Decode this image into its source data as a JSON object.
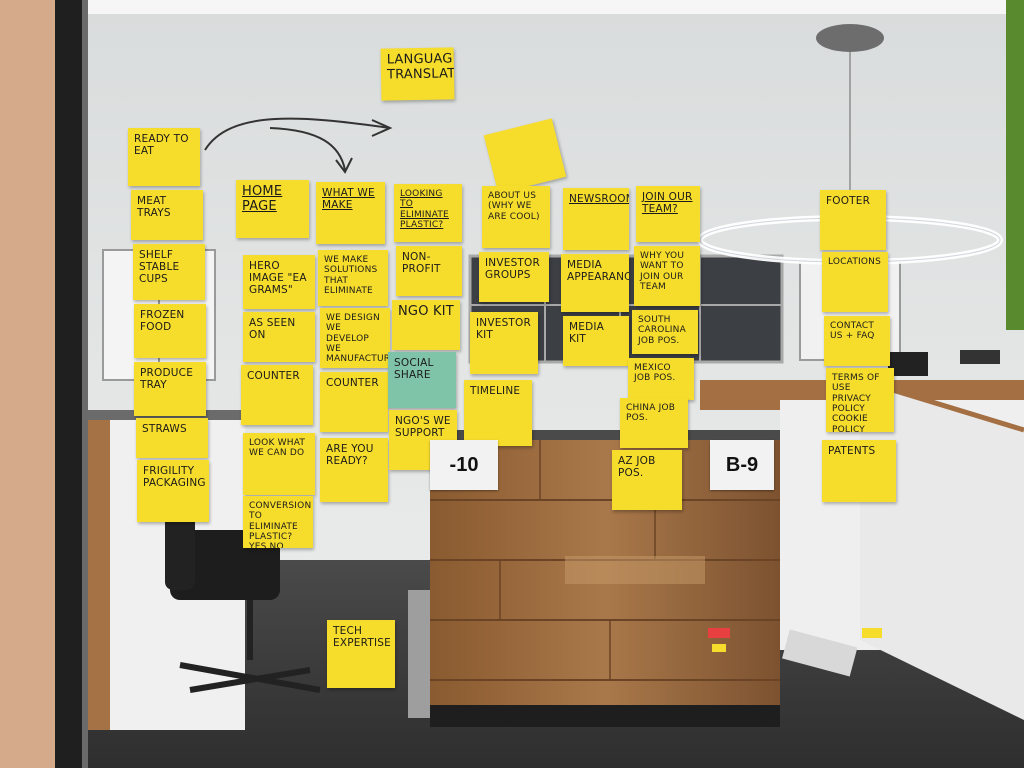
{
  "title_note": "LANGUAGE TRANSLATION",
  "columns": [
    {
      "id": "col1",
      "notes": [
        "READY TO EAT",
        "MEAT TRAYS",
        "Shelf stable CUPS",
        "FROZEN FOOD",
        "PRODUCE TRAY",
        "STRAWS",
        "FRIGILITY PACKAGING"
      ]
    },
    {
      "id": "col2",
      "notes": [
        "HOME PAGE",
        "HERO IMAGE \"EA grams\"",
        "AS SEEN ON",
        "COUNTER",
        "LOOK WHAT WE CAN DO",
        "CONVERSION TO ELIMINATE PLASTIC? YES  NO",
        "TECH EXPERTISE"
      ]
    },
    {
      "id": "col3",
      "notes": [
        "WHAT WE MAKE",
        "WE MAKE SOLUTIONS THAT ELIMINATE",
        "WE DESIGN WE DEVELOP WE MANUFACTURE",
        "COUNTER",
        "ARE YOU READY?"
      ]
    },
    {
      "id": "col4",
      "notes": [
        "LOOKING TO ELIMINATE PLASTIC?",
        "NON-PROFIT",
        "NGO KIT",
        "SOCIAL SHARE",
        "NGO'S WE SUPPORT"
      ]
    },
    {
      "id": "col5",
      "notes": [
        "ABOUT US (Why we are cool)",
        "INVESTOR GROUPS",
        "INVESTOR KIT",
        "TIMELINE"
      ]
    },
    {
      "id": "col6",
      "notes": [
        "NEWSROOM",
        "MEDIA APPEARANCE",
        "MEDIA KIT"
      ]
    },
    {
      "id": "col7",
      "notes": [
        "JOIN OUR TEAM?",
        "WHY YOU WANT TO JOIN OUR TEAM",
        "SOUTH CAROLINA JOB POS.",
        "MEXICO JOB POS.",
        "CHINA JOB POS.",
        "AZ JOB POS."
      ]
    },
    {
      "id": "col8",
      "notes": [
        "FOOTER",
        "LOCATIONS",
        "CONTACT US + FAQ",
        "Terms of use Privacy Policy Cookie Policy",
        "PATENTS"
      ]
    }
  ],
  "desk_labels": [
    "-10",
    "B-9"
  ],
  "colors": {
    "sticky": "#f7dd2b",
    "sticky_teal": "#7fc3a9",
    "wall": "#e7e8e8",
    "floor": "#3c3c3c",
    "desk_wood": "#9a6a3e"
  }
}
